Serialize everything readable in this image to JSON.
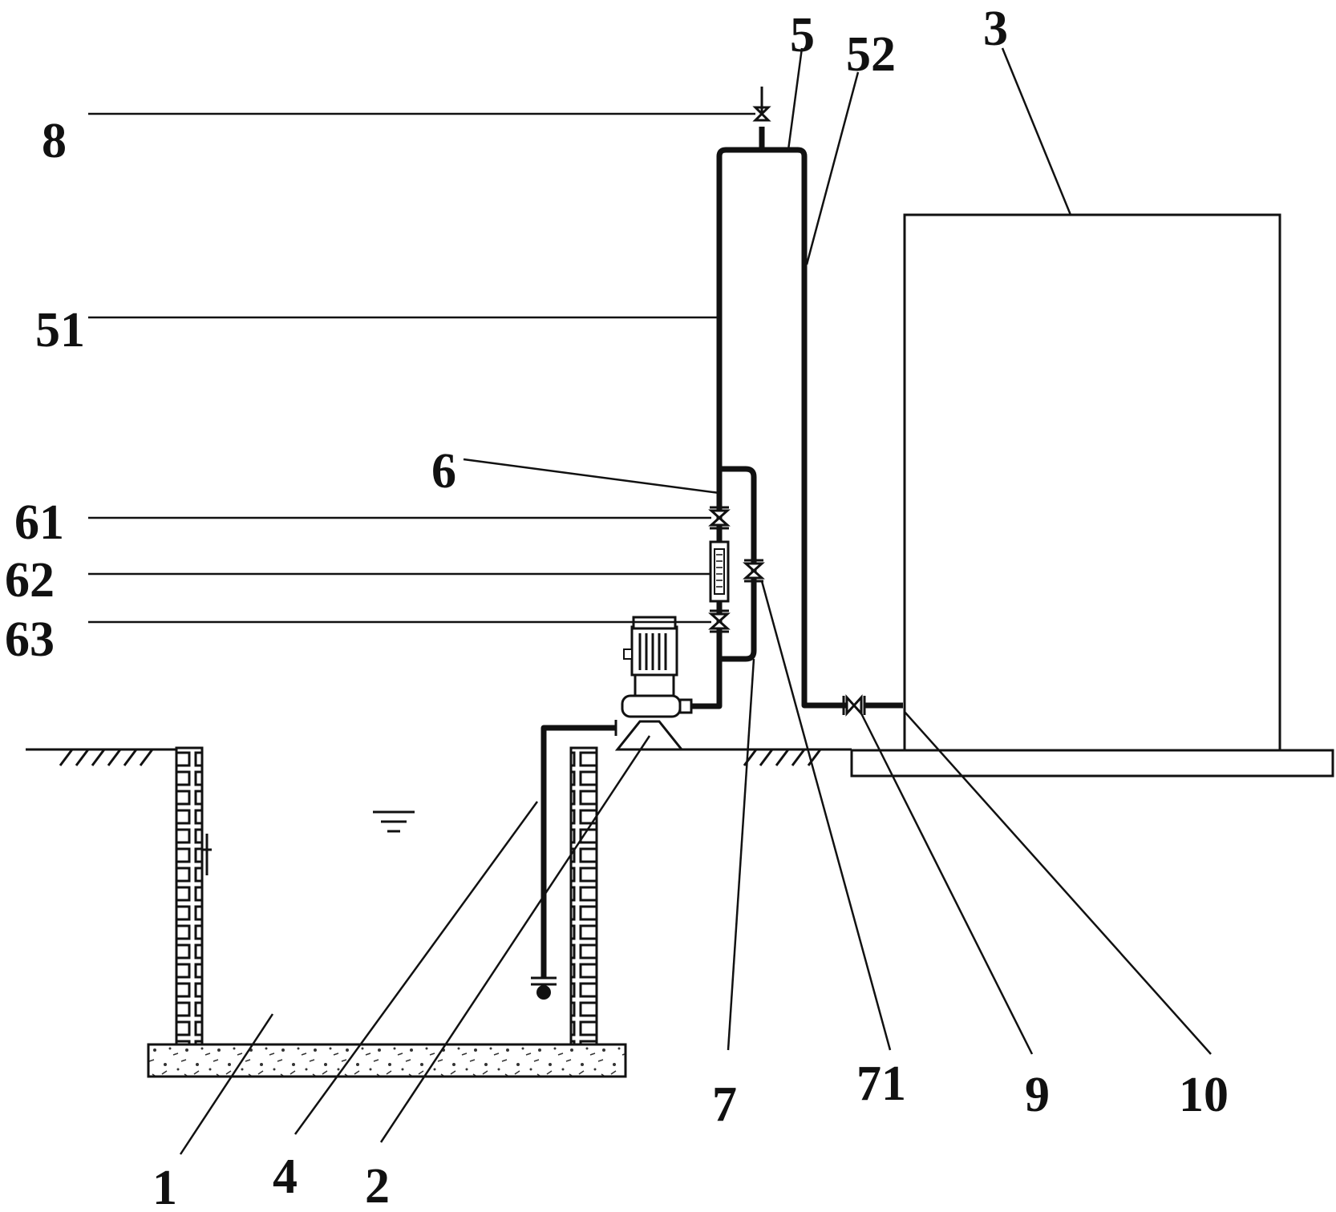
{
  "labels": {
    "l1": "1",
    "l2": "2",
    "l3": "3",
    "l4": "4",
    "l5": "5",
    "l6": "6",
    "l7": "7",
    "l8": "8",
    "l9": "9",
    "l10": "10",
    "l51": "51",
    "l52": "52",
    "l61": "61",
    "l62": "62",
    "l63": "63",
    "l71": "71"
  }
}
